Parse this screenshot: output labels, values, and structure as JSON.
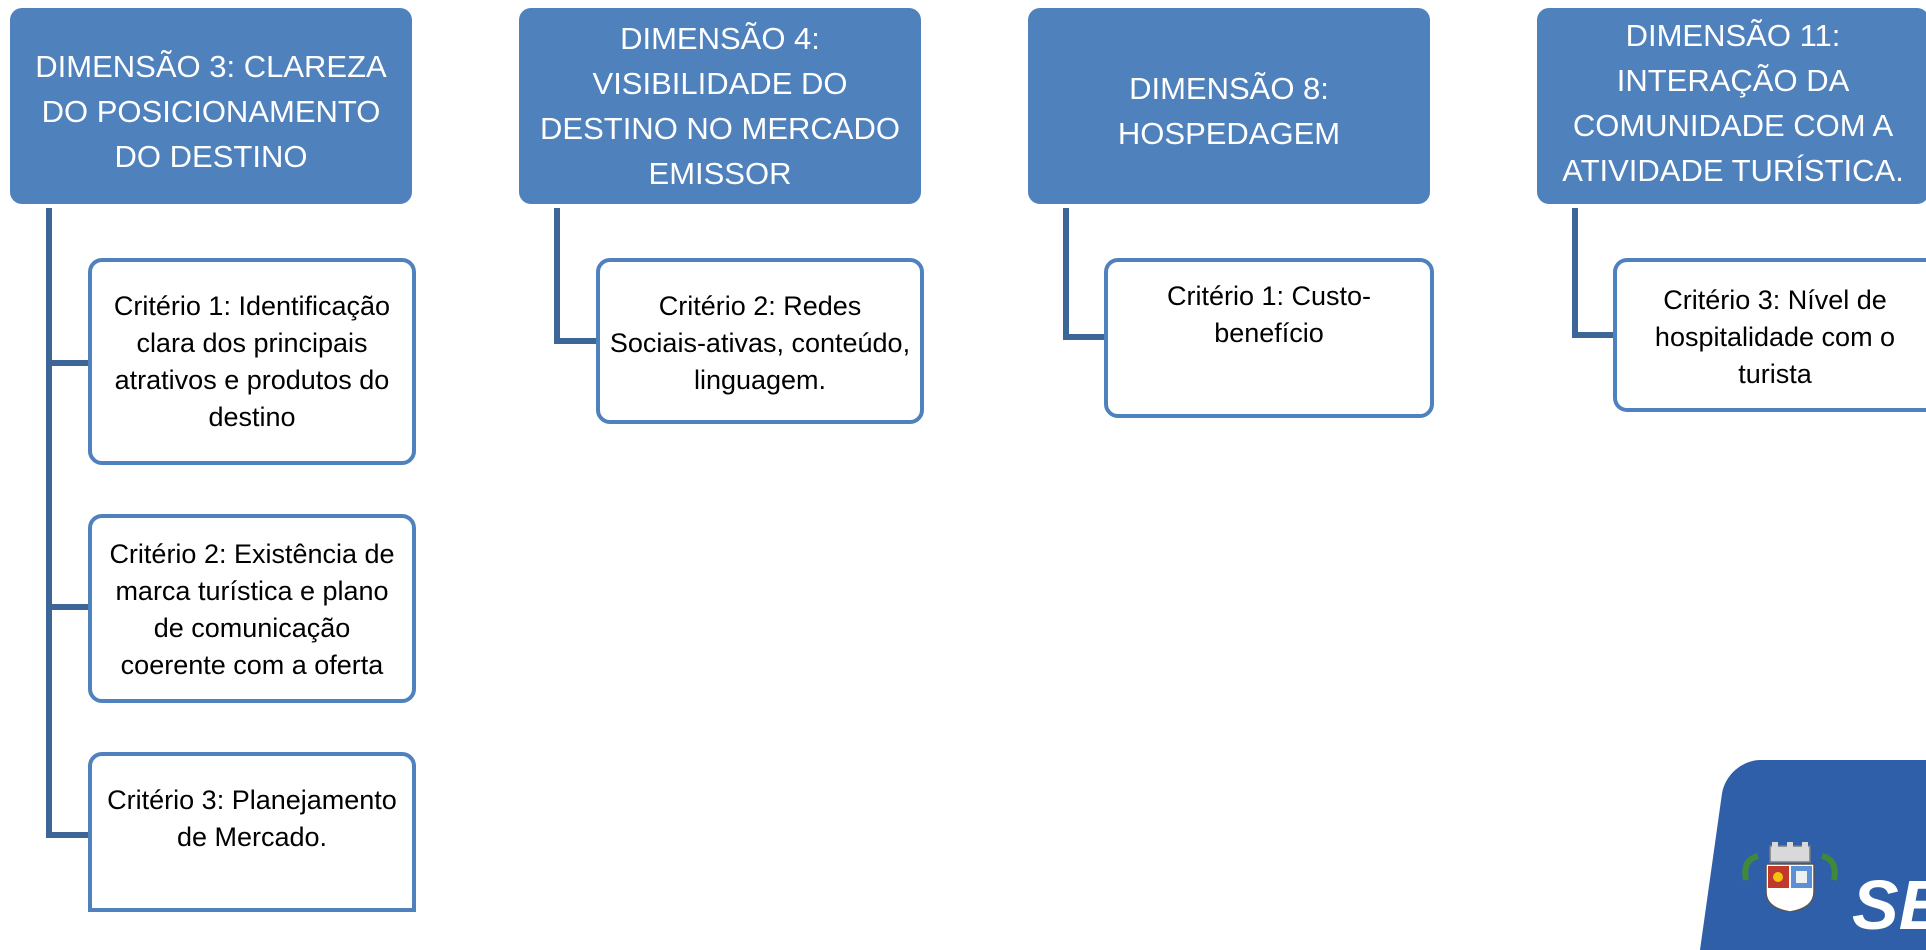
{
  "columns": [
    {
      "header": "DIMENSÃO 3: CLAREZA DO POSICIONAMENTO DO DESTINO",
      "criteria": [
        "Critério 1: Identificação clara dos principais atrativos e produtos do destino",
        "Critério 2: Existência de marca turística e plano de comunicação coerente com a oferta",
        "Critério 3: Planejamento de Mercado."
      ]
    },
    {
      "header": "DIMENSÃO 4: VISIBILIDADE DO DESTINO NO MERCADO EMISSOR",
      "criteria": [
        "Critério 2: Redes Sociais-ativas, conteúdo, linguagem."
      ]
    },
    {
      "header": "DIMENSÃO 8: HOSPEDAGEM",
      "criteria": [
        "Critério 1: Custo-benefício"
      ]
    },
    {
      "header": "DIMENSÃO 11: INTERAÇÃO DA COMUNIDADE COM A ATIVIDADE TURÍSTICA.",
      "criteria": [
        "Critério 3: Nível de hospitalidade com o turista"
      ]
    }
  ],
  "logo": {
    "text": "SE"
  },
  "colors": {
    "header_fill": "#4f81bd",
    "box_border": "#4f81bd",
    "connector": "#3c6696",
    "banner": "#2f5fa8"
  }
}
